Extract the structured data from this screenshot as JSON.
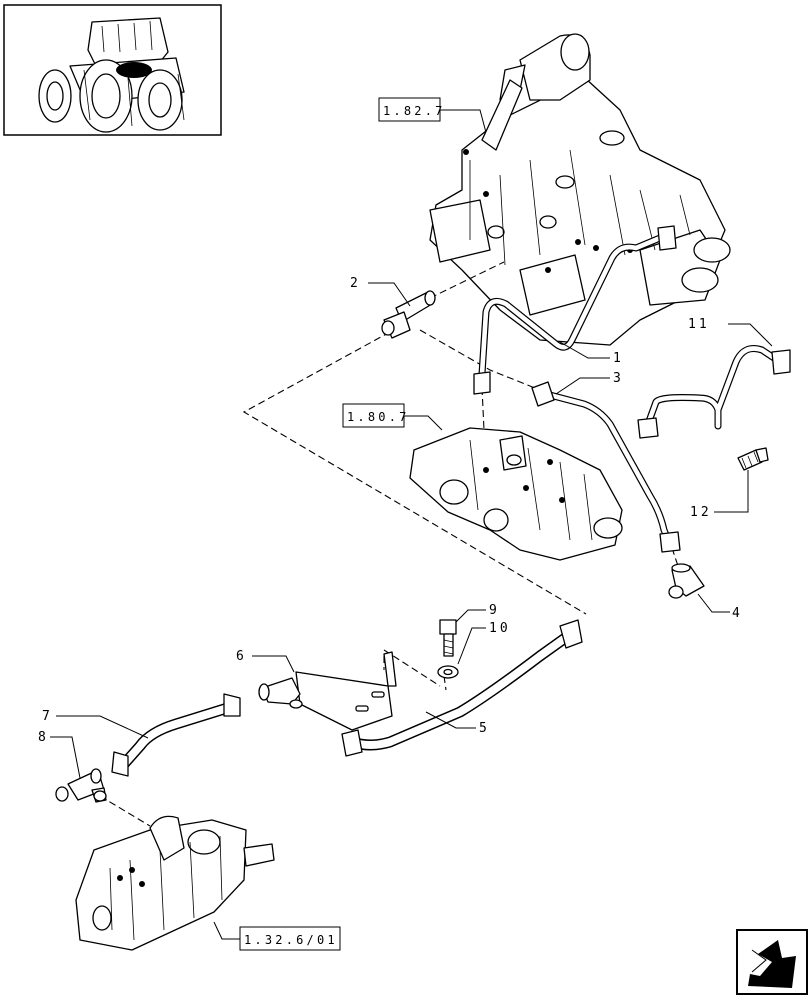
{
  "diagram": {
    "references": [
      "1.82.7",
      "1.80.7",
      "1.32.6/01"
    ],
    "callouts": [
      "1",
      "2",
      "3",
      "4",
      "5",
      "6",
      "7",
      "8",
      "9",
      "10",
      "11",
      "12"
    ],
    "thumbnail": "tractor-thumbnail",
    "nav_icon": "next-page-arrow-icon"
  }
}
